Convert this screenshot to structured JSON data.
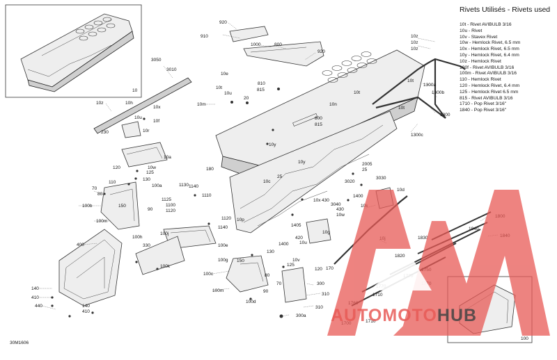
{
  "legend": {
    "title": "Rivets Utilisés - Rivets used",
    "items": [
      "10t - Rivet AVIBULB 3/16",
      "10u - Rivet",
      "10v - Stavex Rivet",
      "10w - Hemlock Rivet, 6.5 mm",
      "10x - Hemlock Rivet, 6.5 mm",
      "10y - Hemlock Rivet, 6.4 mm",
      "10z - Hemlock Rivet",
      "100f - Rivet AVIBULB 3/16",
      "100m - Rivet AVIBULB 3/16",
      "110 - Hemlock Rivet",
      "120 - Hemlock Rivet, 6.4 mm",
      "125 - Hemlock Rivet 6.5 mm",
      "815 - Rivet AVIBULB 3/16",
      "1710 - Pop Rivet 3/16\"",
      "1840 - Pop Rivet 3/16\""
    ]
  },
  "drawing_code": "30M1606",
  "watermark": {
    "word_1": "AUTO",
    "word_2": "MOTO",
    "word_3": "HUB",
    "color": "#e85a56"
  },
  "callouts": {
    "c920a": "920",
    "c910": "910",
    "c1000": "1000",
    "c800a": "800",
    "c920b": "920",
    "c3050": "3050",
    "c3010": "3010",
    "c10": "10",
    "c10e": "10e",
    "c10t1": "10t",
    "c10z1": "10z",
    "c10z2": "10z",
    "c10z3": "10z",
    "c1300b": "1300b",
    "c1300a": "1300a",
    "c10t2": "10t",
    "c1300": "1300",
    "c1300c": "1300c",
    "c10t3": "10t",
    "c10u1": "10u",
    "c10m1": "10m",
    "c20": "20",
    "c810": "810",
    "c815a": "815",
    "c10n": "10n",
    "c800b": "800",
    "c815b": "815",
    "c10z4": "10z",
    "c10h": "10h",
    "c10x1": "10x",
    "c10u2": "10u",
    "c10f": "10f",
    "c230": "230",
    "c10r": "10r",
    "c10a": "10a",
    "c120": "120",
    "c10w1": "10w",
    "c125": "125",
    "c130": "130",
    "c180": "180",
    "c10y1": "10y",
    "c10y2": "10y",
    "c2005": "2005",
    "c25a": "25",
    "c10c": "10c",
    "c3020": "3020",
    "c3030": "3030",
    "c10d": "10d",
    "c70a": "70",
    "c110": "110",
    "c80a": "80",
    "c100a": "100a",
    "c1130": "1130",
    "c1140": "1140",
    "c1110": "1110",
    "c1125": "1125",
    "c1100": "1100",
    "c1120a": "1120",
    "c100b": "100b",
    "c150a": "150",
    "c90a": "90",
    "c100m1": "100m",
    "c1120b": "1120",
    "c1140b": "1140",
    "c10p": "10p",
    "c1405": "1405",
    "c1400": "1400",
    "c10x2": "10x",
    "c430a": "430",
    "c3040": "3040",
    "c430b": "430",
    "c10w2": "10w",
    "c1400b": "1400",
    "c10k": "10k",
    "c420": "420",
    "c10u3": "10u",
    "c10g": "10g",
    "c10j": "10j",
    "c400": "400",
    "c100h": "100h",
    "c100j": "100j",
    "c330": "330",
    "c100k": "100k",
    "c100e": "100e",
    "c100g": "100g",
    "c150b": "150",
    "c130b": "130",
    "c125b": "125",
    "c10v": "10v",
    "c120b": "120",
    "c170": "170",
    "c100c": "100c",
    "c70b": "70",
    "c80b": "80",
    "c90b": "90",
    "c100m2": "100m",
    "c100d": "100d",
    "c300": "300",
    "c310a": "310",
    "c310b": "310",
    "c300a": "300a",
    "c140a": "140",
    "c410a": "410",
    "c440": "440",
    "c140b": "140",
    "c410b": "410",
    "c1800": "1800",
    "c1840a": "1840",
    "c1840b": "1840",
    "c1830": "1830",
    "c1820": "1820",
    "c1750": "1750",
    "c1770a": "1770",
    "c1770b": "1770",
    "c1770c": "1770",
    "c1760": "1760",
    "c1710a": "1710",
    "c1710b": "1710",
    "c1700": "1700",
    "c100z": "100"
  }
}
